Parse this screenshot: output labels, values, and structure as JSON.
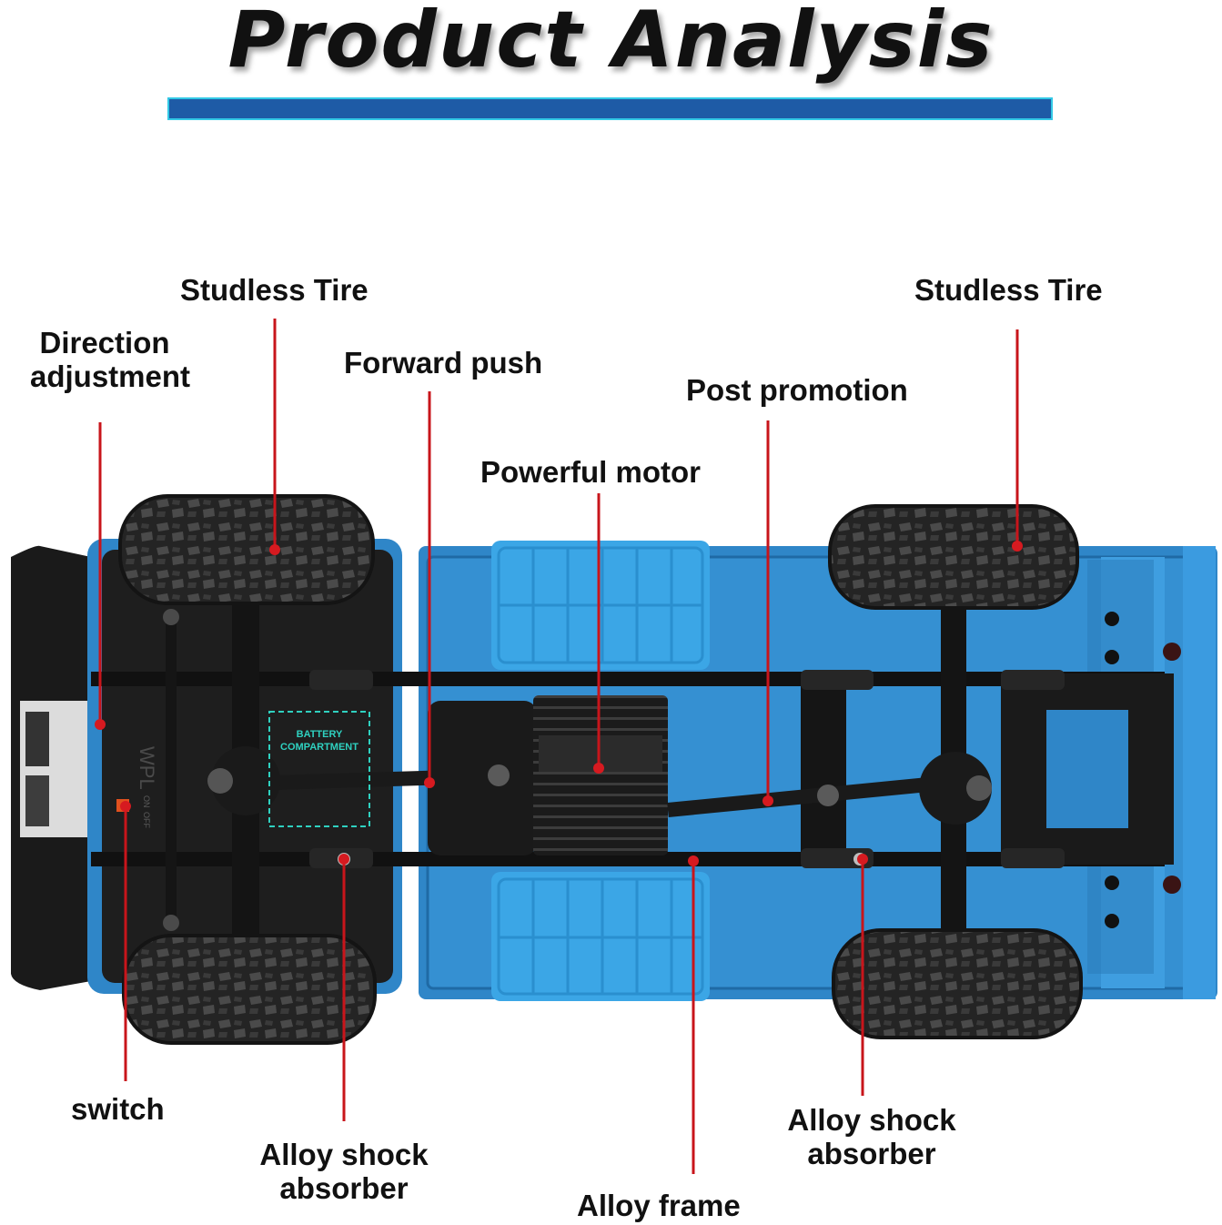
{
  "header": {
    "title": "Product Analysis"
  },
  "labels": {
    "studless_tire_left": "Studless Tire",
    "studless_tire_right": "Studless Tire",
    "direction_adjustment_line1": "Direction",
    "direction_adjustment_line2": "adjustment",
    "forward_push": "Forward push",
    "post_promotion": "Post promotion",
    "powerful_motor": "Powerful motor",
    "switch": "switch",
    "alloy_shock_left_line1": "Alloy shock",
    "alloy_shock_left_line2": "absorber",
    "alloy_shock_right_line1": "Alloy shock",
    "alloy_shock_right_line2": "absorber",
    "alloy_frame": "Alloy frame"
  },
  "truck_markings": {
    "battery_line1": "BATTERY",
    "battery_line2": "COMPARTMENT",
    "brand": "WPL",
    "switch_on": "ON",
    "switch_off": "OFF"
  },
  "colors": {
    "accent_bar": "#1e5ba6",
    "accent_bar_border": "#33c9e6",
    "body_blue": "#2f86c8",
    "tank_blue": "#3ba6e6",
    "callout_red": "#c8151b",
    "battery_teal": "#2fd1c0"
  }
}
